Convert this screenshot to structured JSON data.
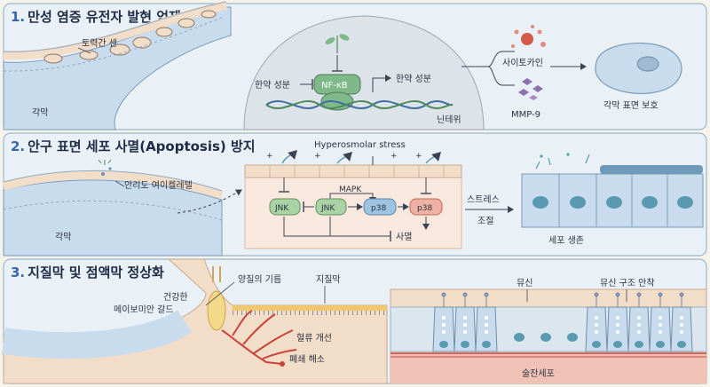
{
  "panel1": {
    "number": "1.",
    "title": "만성 염증 유전자 발현 억제",
    "labels": {
      "tear_film": "토력간 센",
      "cornea": "각막",
      "herbal_left": "한약 성분",
      "nfkb": "NF-κB",
      "herbal_right": "한약 성분",
      "nucleus": "닌테위",
      "cytokine": "사이토카인",
      "mmp9": "MMP-9",
      "protect": "각막 표면 보호"
    }
  },
  "panel2": {
    "number": "2.",
    "title": "안구 표면 세포 사멸(Apoptosis) 방지",
    "labels": {
      "instill": "안리도 여이켈레텔",
      "cornea": "각막",
      "stress": "Hyperosmolar stress",
      "mapk": "MAPK",
      "jnk1": "JNK",
      "jnk2": "JNK",
      "p38a": "p38",
      "p38b": "p38",
      "death": "사멸",
      "stress_reg_1": "스트레스",
      "stress_reg_2": "조절",
      "survival": "세포 생존"
    }
  },
  "panel3": {
    "number": "3.",
    "title": "지질막 및 점액막 정상화",
    "labels": {
      "healthy_1": "건강한",
      "healthy_2": "메이보미안 갈드",
      "good_oil": "양질의 기름",
      "lipid": "지질막",
      "blood": "혈류 개선",
      "block": "폐쇄 해소",
      "mucin": "뮤신",
      "mucin_anchor": "뮤신 구조 안착",
      "goblet": "술잔세포"
    }
  },
  "colors": {
    "panel_bg": "#e9f1f6",
    "panel_border": "#9bb8cc",
    "title_num": "#3a66a8",
    "cornea": "#c9dced",
    "red": "#d4594a",
    "purple": "#8f6fb0",
    "green": "#7fb98a",
    "teal": "#5a9ab0",
    "flesh": "#f2ddc8"
  }
}
